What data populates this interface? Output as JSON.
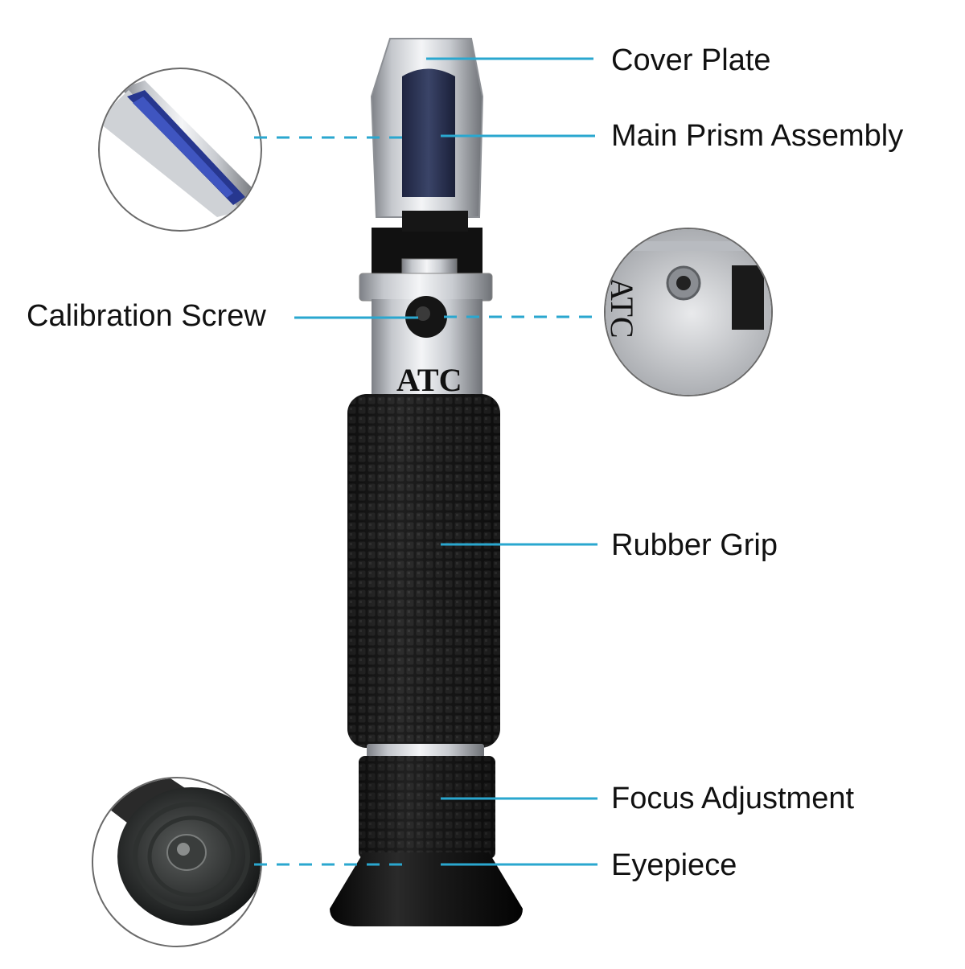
{
  "diagram": {
    "callouts": [
      {
        "id": "cover-plate",
        "label": "Cover Plate"
      },
      {
        "id": "main-prism-assembly",
        "label": "Main Prism Assembly"
      },
      {
        "id": "calibration-screw",
        "label": "Calibration Screw"
      },
      {
        "id": "rubber-grip",
        "label": "Rubber Grip"
      },
      {
        "id": "focus-adjustment",
        "label": "Focus Adjustment"
      },
      {
        "id": "eyepiece",
        "label": "Eyepiece"
      }
    ],
    "body_marking": "ATC",
    "inset_marking": "ATC",
    "colors": {
      "leader_line": "#2aa7cf",
      "prism_blue": "#26388a",
      "grip_black": "#111111",
      "metal_silver": "#c9ccd1"
    }
  }
}
